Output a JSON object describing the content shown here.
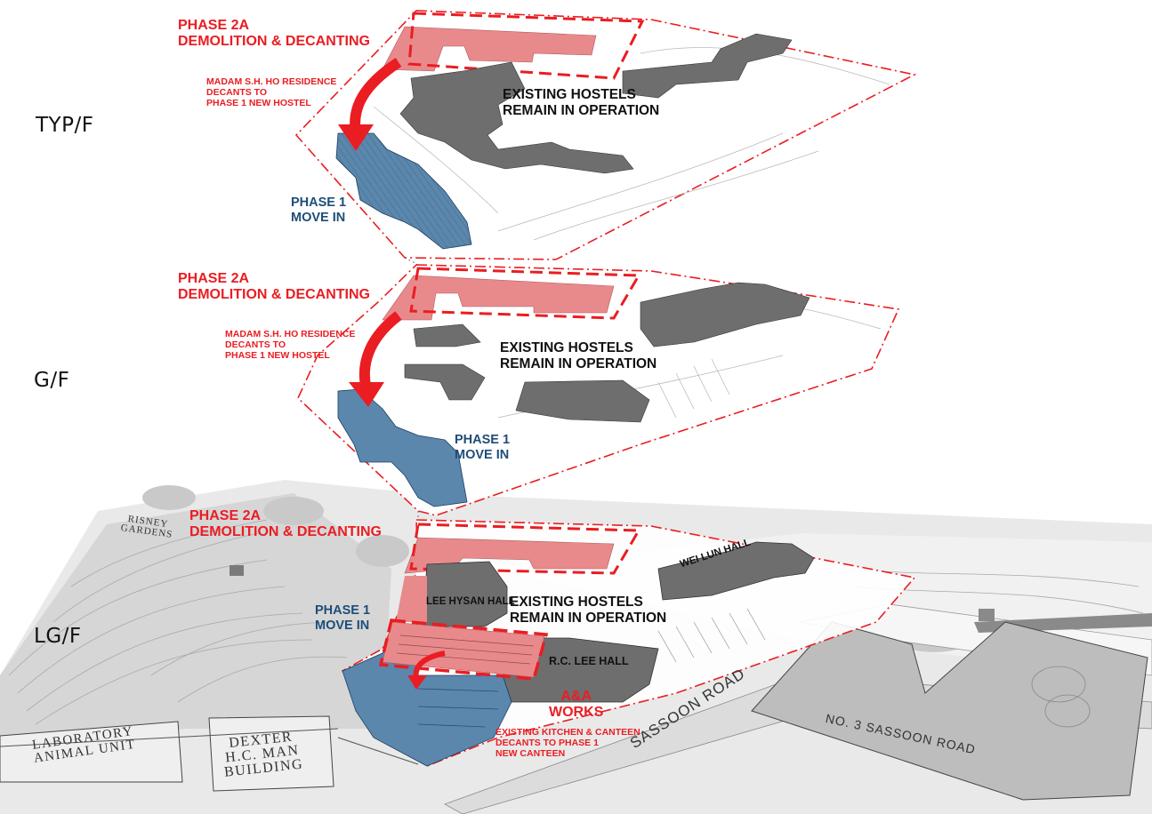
{
  "floors": [
    {
      "id": "typ",
      "label": "TYP/F"
    },
    {
      "id": "gf",
      "label": "G/F"
    },
    {
      "id": "lgf",
      "label": "LG/F"
    }
  ],
  "typ": {
    "phase2a_line1": "PHASE 2A",
    "phase2a_line2": "DEMOLITION & DECANTING",
    "decant_line1": "MADAM S.H. HO RESIDENCE",
    "decant_line2": "DECANTS TO",
    "decant_line3": "PHASE 1 NEW HOSTEL",
    "existing_line1": "EXISTING HOSTELS",
    "existing_line2": "REMAIN IN OPERATION",
    "phase1_line1": "PHASE 1",
    "phase1_line2": "MOVE IN"
  },
  "gf": {
    "phase2a_line1": "PHASE 2A",
    "phase2a_line2": "DEMOLITION & DECANTING",
    "decant_line1": "MADAM S.H. HO RESIDENCE",
    "decant_line2": "DECANTS TO",
    "decant_line3": "PHASE 1 NEW HOSTEL",
    "existing_line1": "EXISTING HOSTELS",
    "existing_line2": "REMAIN IN OPERATION",
    "phase1_line1": "PHASE 1",
    "phase1_line2": "MOVE IN"
  },
  "lgf": {
    "phase2a_line1": "PHASE 2A",
    "phase2a_line2": "DEMOLITION & DECANTING",
    "existing_line1": "EXISTING HOSTELS",
    "existing_line2": "REMAIN IN OPERATION",
    "phase1_line1": "PHASE 1",
    "phase1_line2": "MOVE IN",
    "lee_hysan": "LEE HYSAN HALL",
    "wei_lun": "WEI LUN HALL",
    "rc_lee": "R.C. LEE HALL",
    "aa_line1": "A&A",
    "aa_line2": "WORKS",
    "kitchen_line1": "EXISTING KITCHEN & CANTEEN",
    "kitchen_line2": "DECANTS TO PHASE 1",
    "kitchen_line3": "NEW CANTEEN"
  },
  "site": {
    "sassoon_road": "SASSOON ROAD",
    "no3_sassoon": "NO. 3 SASSOON ROAD",
    "risney_line1": "RISNEY",
    "risney_line2": "GARDENS",
    "lab_line1": "LABORATORY",
    "lab_line2": "ANIMAL UNIT",
    "dexter_line1": "DEXTER",
    "dexter_line2": "H.C. MAN",
    "dexter_line3": "BUILDING"
  },
  "colors": {
    "red": "#ea1d22",
    "demolition_fill": "#e88a8c",
    "phase1_blue": "#5b87ad",
    "phase1_text": "#1f4d78",
    "existing_grey": "#6e6e6e"
  }
}
